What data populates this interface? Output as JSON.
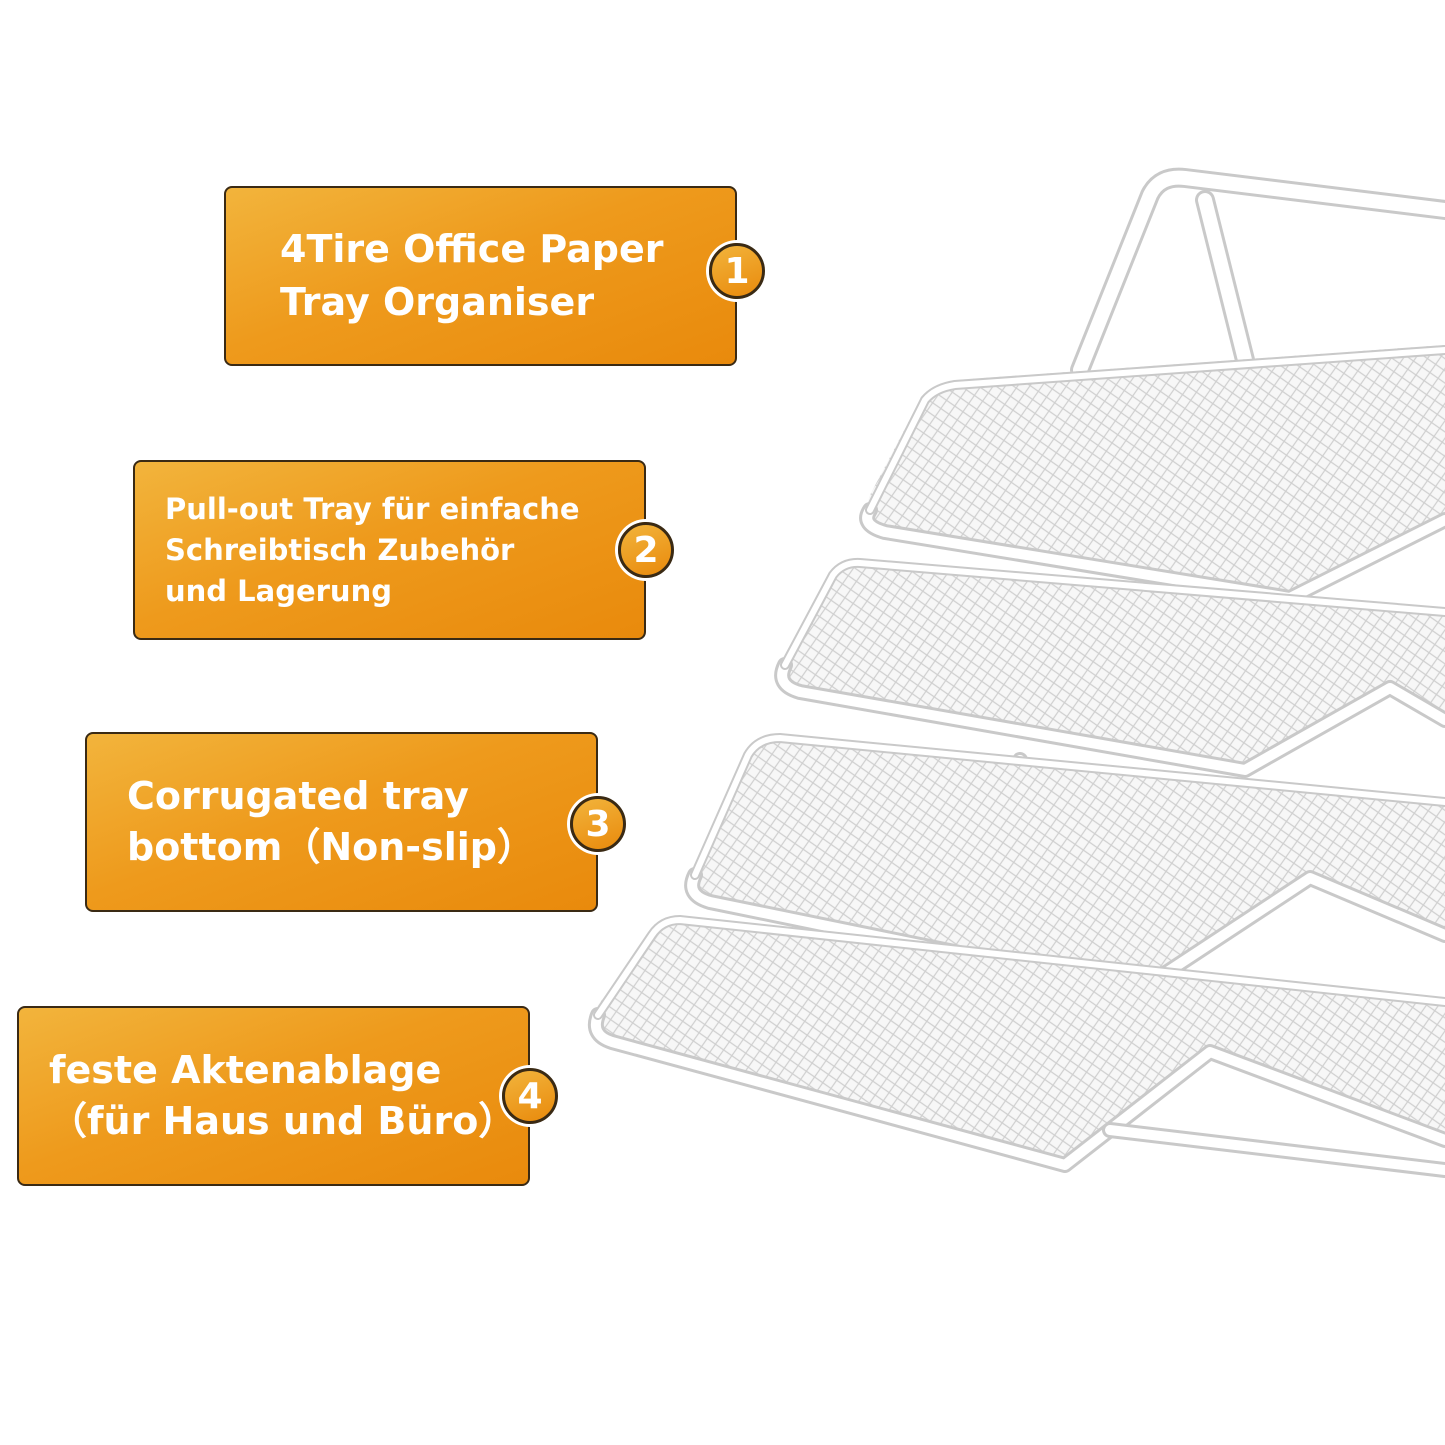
{
  "product": {
    "image_icon": "mesh-paper-tray-organizer-icon",
    "frame_color": "#ffffff",
    "outline_color": "#c8c8c8"
  },
  "labels": [
    {
      "number": "1",
      "text": "4Tire Office Paper\nTray Organiser"
    },
    {
      "number": "2",
      "text": "Pull-out Tray für einfache\nSchreibtisch Zubehör\nund Lagerung"
    },
    {
      "number": "3",
      "text": "Corrugated tray\nbottom（Non-slip）"
    },
    {
      "number": "4",
      "text": "feste Aktenablage\n（für Haus und Büro）"
    }
  ],
  "colors": {
    "label_fill": "#ee9a1c",
    "label_border": "#3a2a14",
    "label_text": "#ffffff"
  }
}
